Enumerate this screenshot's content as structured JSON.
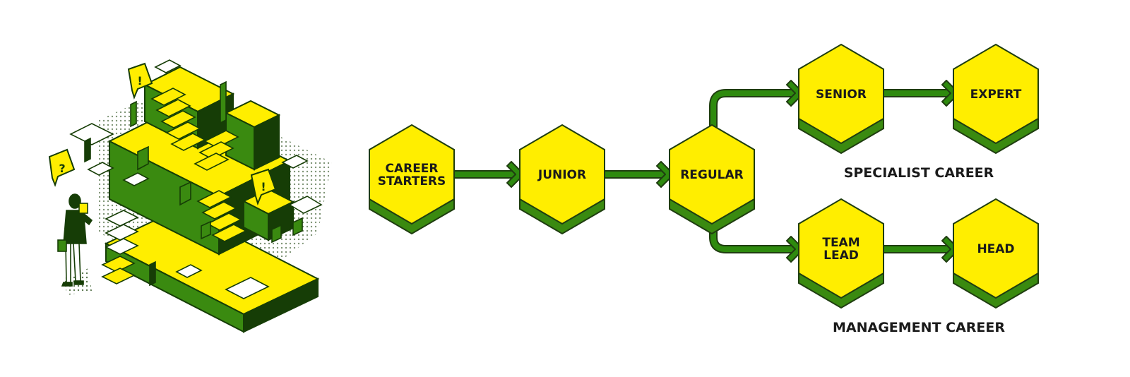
{
  "diagram": {
    "nodes": [
      {
        "id": "career-starters",
        "lines": [
          "CAREER",
          "STARTERS"
        ]
      },
      {
        "id": "junior",
        "lines": [
          "JUNIOR"
        ]
      },
      {
        "id": "regular",
        "lines": [
          "REGULAR"
        ]
      },
      {
        "id": "senior",
        "lines": [
          "SENIOR"
        ]
      },
      {
        "id": "expert",
        "lines": [
          "EXPERT"
        ]
      },
      {
        "id": "team-lead",
        "lines": [
          "TEAM",
          "LEAD"
        ]
      },
      {
        "id": "head",
        "lines": [
          "HEAD"
        ]
      }
    ],
    "groups": {
      "specialist": "SPECIALIST CAREER",
      "management": "MANAGEMENT CAREER"
    },
    "icons": {
      "question": "?",
      "exclaim": "!"
    }
  },
  "colors": {
    "yellow": "#ffee00",
    "green": "#3a8a10",
    "dark_green": "#163d06",
    "arrow_green": "#2e8a0e",
    "outline": "#1f3d10"
  }
}
